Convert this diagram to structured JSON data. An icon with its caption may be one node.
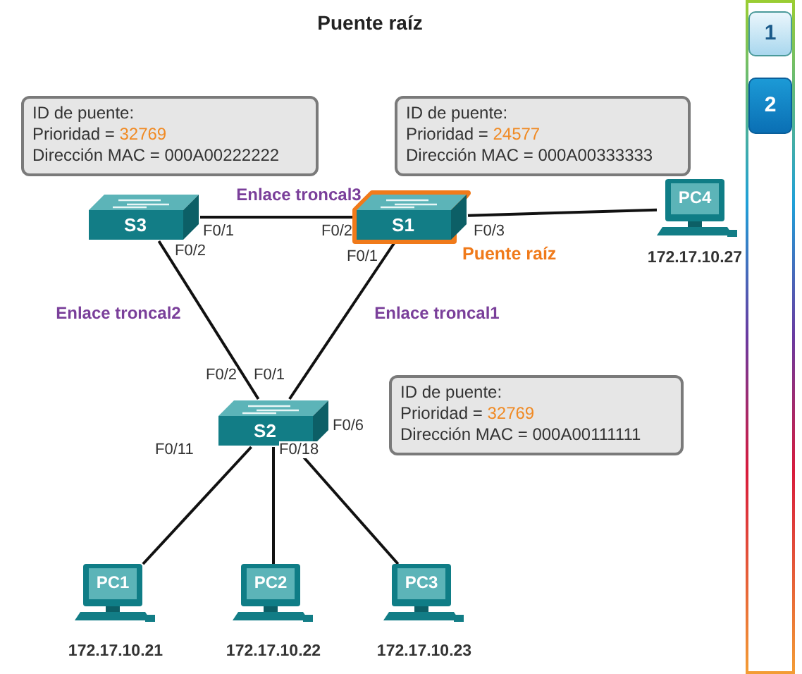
{
  "diagram": {
    "title": "Puente raíz",
    "nodes": [
      {
        "text": [
          "ID de puente:",
          "Prioridad =",
          "32769",
          "Dirección MAC = 000A00222222"
        ]
      },
      {
        "text": [
          "ID de puente:",
          "Prioridad =",
          "24577",
          "Dirección MAC = 000A00333333"
        ]
      },
      {
        "text": [
          "S3"
        ]
      },
      {
        "text": [
          "S1"
        ],
        "beside": [
          "Puente raíz"
        ]
      },
      {
        "text": [
          "PC4"
        ],
        "beside": [
          "172.17.10.27"
        ]
      },
      {
        "text": [
          "S2"
        ]
      },
      {
        "text": [
          "ID de puente:",
          "Prioridad =",
          "32769",
          "Dirección MAC = 000A00111111"
        ]
      },
      {
        "text": [
          "PC1"
        ],
        "beside": [
          "172.17.10.21"
        ]
      },
      {
        "text": [
          "PC2"
        ],
        "beside": [
          "172.17.10.22"
        ]
      },
      {
        "text": [
          "PC3"
        ],
        "beside": [
          "172.17.10.23"
        ]
      },
      {
        "text": [
          "1"
        ]
      },
      {
        "text": [
          "2"
        ]
      }
    ],
    "edges": [
      {
        "from": 2,
        "to": 3,
        "arrow": "none",
        "label": "Enlace troncal3"
      },
      {
        "from": 3,
        "to": 4,
        "arrow": "none"
      },
      {
        "from": 2,
        "to": 5,
        "arrow": "none",
        "label": "Enlace troncal2"
      },
      {
        "from": 3,
        "to": 5,
        "arrow": "none",
        "label": "Enlace troncal1"
      },
      {
        "from": 5,
        "to": 7,
        "arrow": "none"
      },
      {
        "from": 5,
        "to": 8,
        "arrow": "none"
      },
      {
        "from": 5,
        "to": 9,
        "arrow": "none"
      }
    ],
    "labels": [
      "F0/1",
      "F0/2",
      "F0/3",
      "F0/2",
      "F0/1",
      "F0/2",
      "F0/1",
      "F0/6",
      "F0/11",
      "F0/18"
    ]
  }
}
